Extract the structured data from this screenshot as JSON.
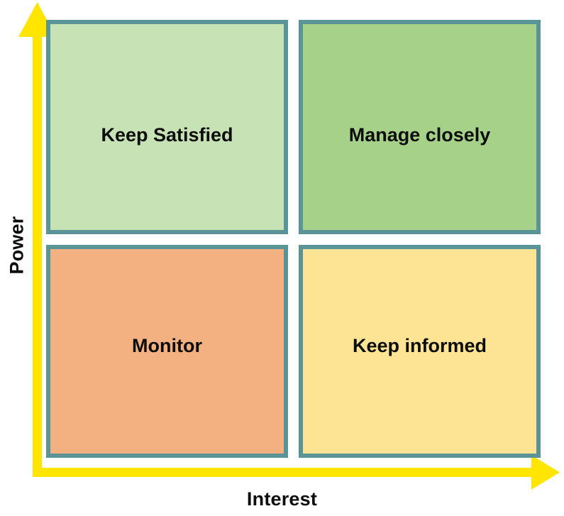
{
  "diagram": {
    "type": "power-interest-matrix",
    "axes": {
      "y": {
        "label": "Power",
        "arrow_icon": "arrow-up-icon",
        "color": "#ffe500"
      },
      "x": {
        "label": "Interest",
        "arrow_icon": "arrow-right-icon",
        "color": "#ffe500"
      }
    },
    "border_color": "#5b9496",
    "quadrants": [
      {
        "id": "keep-satisfied",
        "label": "Keep Satisfied",
        "fill": "#c7e2b4",
        "power": "high",
        "interest": "low",
        "position": "top-left"
      },
      {
        "id": "manage-closely",
        "label": "Manage closely",
        "fill": "#a5d189",
        "power": "high",
        "interest": "high",
        "position": "top-right"
      },
      {
        "id": "monitor",
        "label": "Monitor",
        "fill": "#f3b182",
        "power": "low",
        "interest": "low",
        "position": "bottom-left"
      },
      {
        "id": "keep-informed",
        "label": "Keep informed",
        "fill": "#fce494",
        "power": "low",
        "interest": "high",
        "position": "bottom-right"
      }
    ]
  }
}
